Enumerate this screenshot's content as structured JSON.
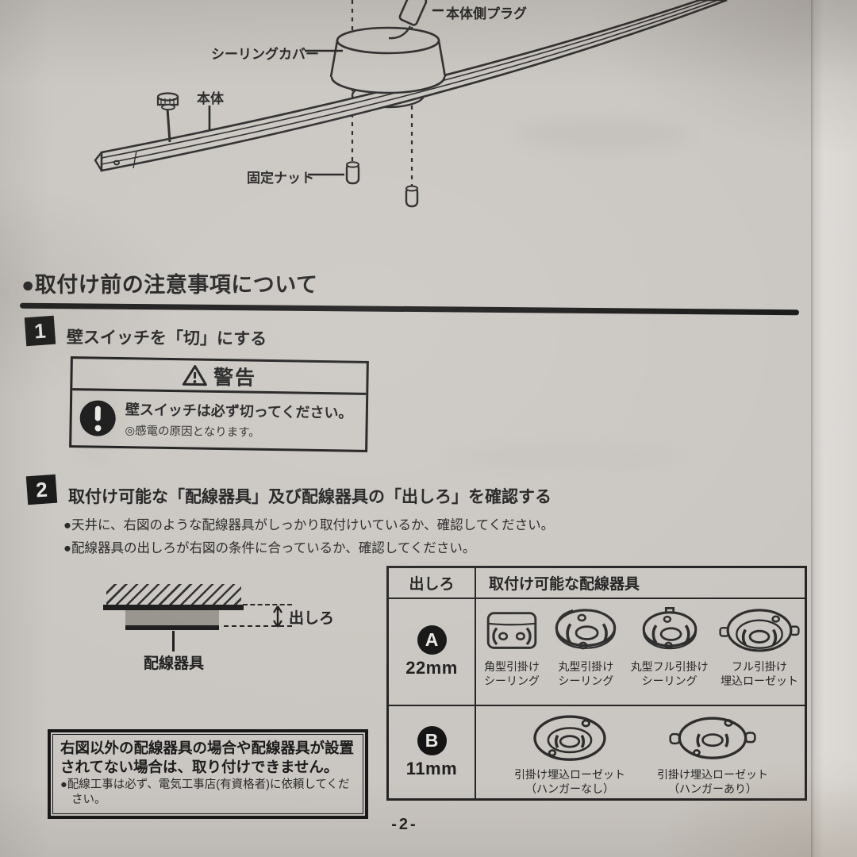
{
  "colors": {
    "ink": "#1f1f1f",
    "paper": "#cac6c1",
    "device_gray": "#97948e"
  },
  "fixture": {
    "plug_label": "本体側プラグ",
    "cover_label": "シーリングカバー",
    "body_label": "本体",
    "nut_label": "固定ナット"
  },
  "section": {
    "title": "●取付け前の注意事項について"
  },
  "step1": {
    "number": "1",
    "title": "壁スイッチを「切」にする",
    "warning": {
      "header": "警告",
      "main": "壁スイッチは必ず切ってください。",
      "sub": "◎感電の原因となります。"
    }
  },
  "step2": {
    "number": "2",
    "title": "取付け可能な「配線器具」及び配線器具の「出しろ」を確認する",
    "bullets": [
      "●天井に、右図のような配線器具がしっかり取付けいているか、確認してください。",
      "●配線器具の出しろが右図の条件に合っているか、確認してください。"
    ],
    "diagram": {
      "protrusion": "出しろ",
      "device": "配線器具"
    },
    "table": {
      "headers": {
        "col1": "出しろ",
        "col2": "取付け可能な配線器具"
      },
      "rows": [
        {
          "badge": "A",
          "size": "22mm",
          "devices": [
            {
              "line1": "角型引掛け",
              "line2": "シーリング"
            },
            {
              "line1": "丸型引掛け",
              "line2": "シーリング"
            },
            {
              "line1": "丸型フル引掛け",
              "line2": "シーリング"
            },
            {
              "line1": "フル引掛け",
              "line2": "埋込ローゼット"
            }
          ]
        },
        {
          "badge": "B",
          "size": "11mm",
          "devices": [
            {
              "line1": "引掛け埋込ローゼット",
              "line2": "（ハンガーなし）"
            },
            {
              "line1": "引掛け埋込ローゼット",
              "line2": "（ハンガーあり）"
            }
          ]
        }
      ]
    },
    "note": {
      "main": "右図以外の配線器具の場合や配線器具が設置されてない場合は、取り付けできません。",
      "bullet": "●配線工事は必ず、電気工事店(有資格者)に依頼してください。"
    }
  },
  "footer": {
    "page_number": "-2-"
  }
}
